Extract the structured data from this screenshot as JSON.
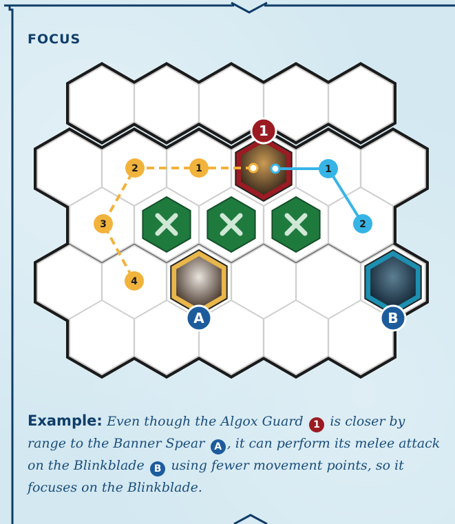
{
  "section_title": "FOCUS",
  "colors": {
    "frame": "#0f3b66",
    "hex_fill": "#ffffff",
    "hex_grid": "#cfcfcf",
    "path_orange": "#f1b33c",
    "path_blue": "#37b4e6",
    "blocked_green": "#1f7a3e",
    "monster_red": "#9b1b22",
    "ally_gold": "#e8b64a",
    "ally_teal": "#1d8fb0",
    "badge_blue": "#1d5c9c"
  },
  "board": {
    "monster_badge": "1",
    "ally_a_badge": "A",
    "ally_b_badge": "B",
    "orange_path_labels": [
      "1",
      "2",
      "3",
      "4"
    ],
    "blue_path_labels": [
      "1",
      "2"
    ],
    "blocked_icon": "x-icon"
  },
  "example": {
    "lead": "Example:",
    "part1": "Even though the Algox Guard",
    "badge1": "1",
    "part2": "is closer by range to the Banner Spear",
    "badge2": "A",
    "part3": ", it can perform its melee attack on the Blinkblade",
    "badge3": "B",
    "part4": "using fewer movement points, so it focuses on the Blinkblade."
  }
}
